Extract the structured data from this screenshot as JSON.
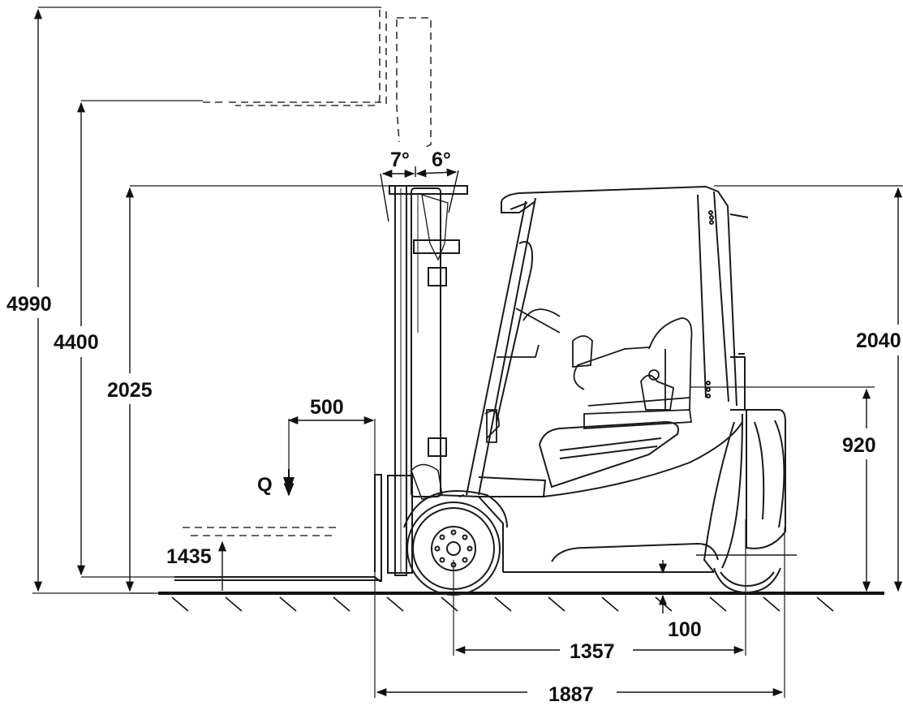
{
  "dimensions": {
    "max_lift_height_total": "4990",
    "max_lift_height_forks": "4400",
    "mast_height_lowered": "2025",
    "overhead_guard_height": "2040",
    "seat_height": "920",
    "load_center": "500",
    "free_lift": "1435",
    "ground_clearance": "100",
    "wheelbase": "1357",
    "length_to_fork_face": "1887",
    "tilt_forward": "7°",
    "tilt_backward": "6°",
    "load_label": "Q"
  },
  "colors": {
    "line": "#1a1a1a",
    "ground": "#111111",
    "background": "#ffffff"
  }
}
